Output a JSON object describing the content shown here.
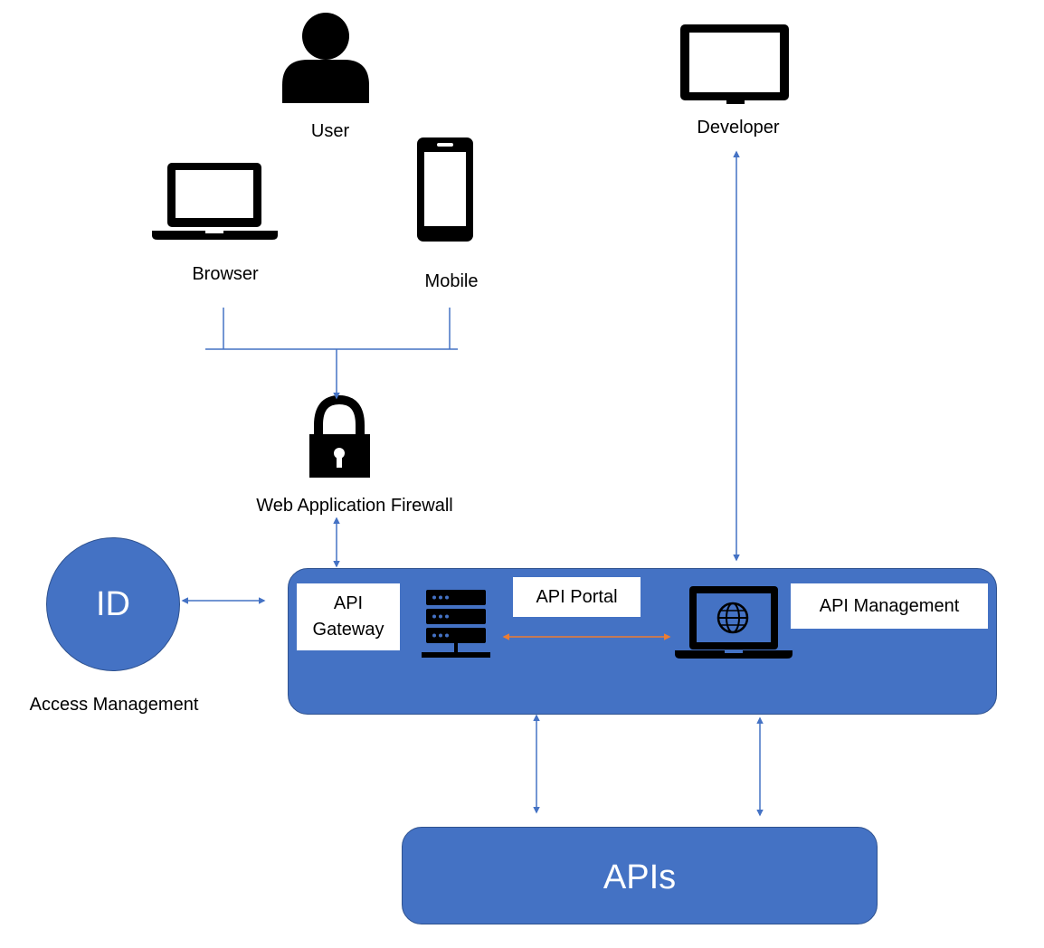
{
  "nodes": {
    "user": "User",
    "browser": "Browser",
    "mobile": "Mobile",
    "developer": "Developer",
    "waf": "Web Application Firewall",
    "id_badge": "ID",
    "access_management": "Access Management",
    "api_gateway_line1": "API",
    "api_gateway_line2": "Gateway",
    "api_portal": "API Portal",
    "api_management": "API Management",
    "apis": "APIs"
  },
  "colors": {
    "box_fill": "#4472c4",
    "connector": "#4472c4",
    "portal_link": "#ed7d31"
  }
}
